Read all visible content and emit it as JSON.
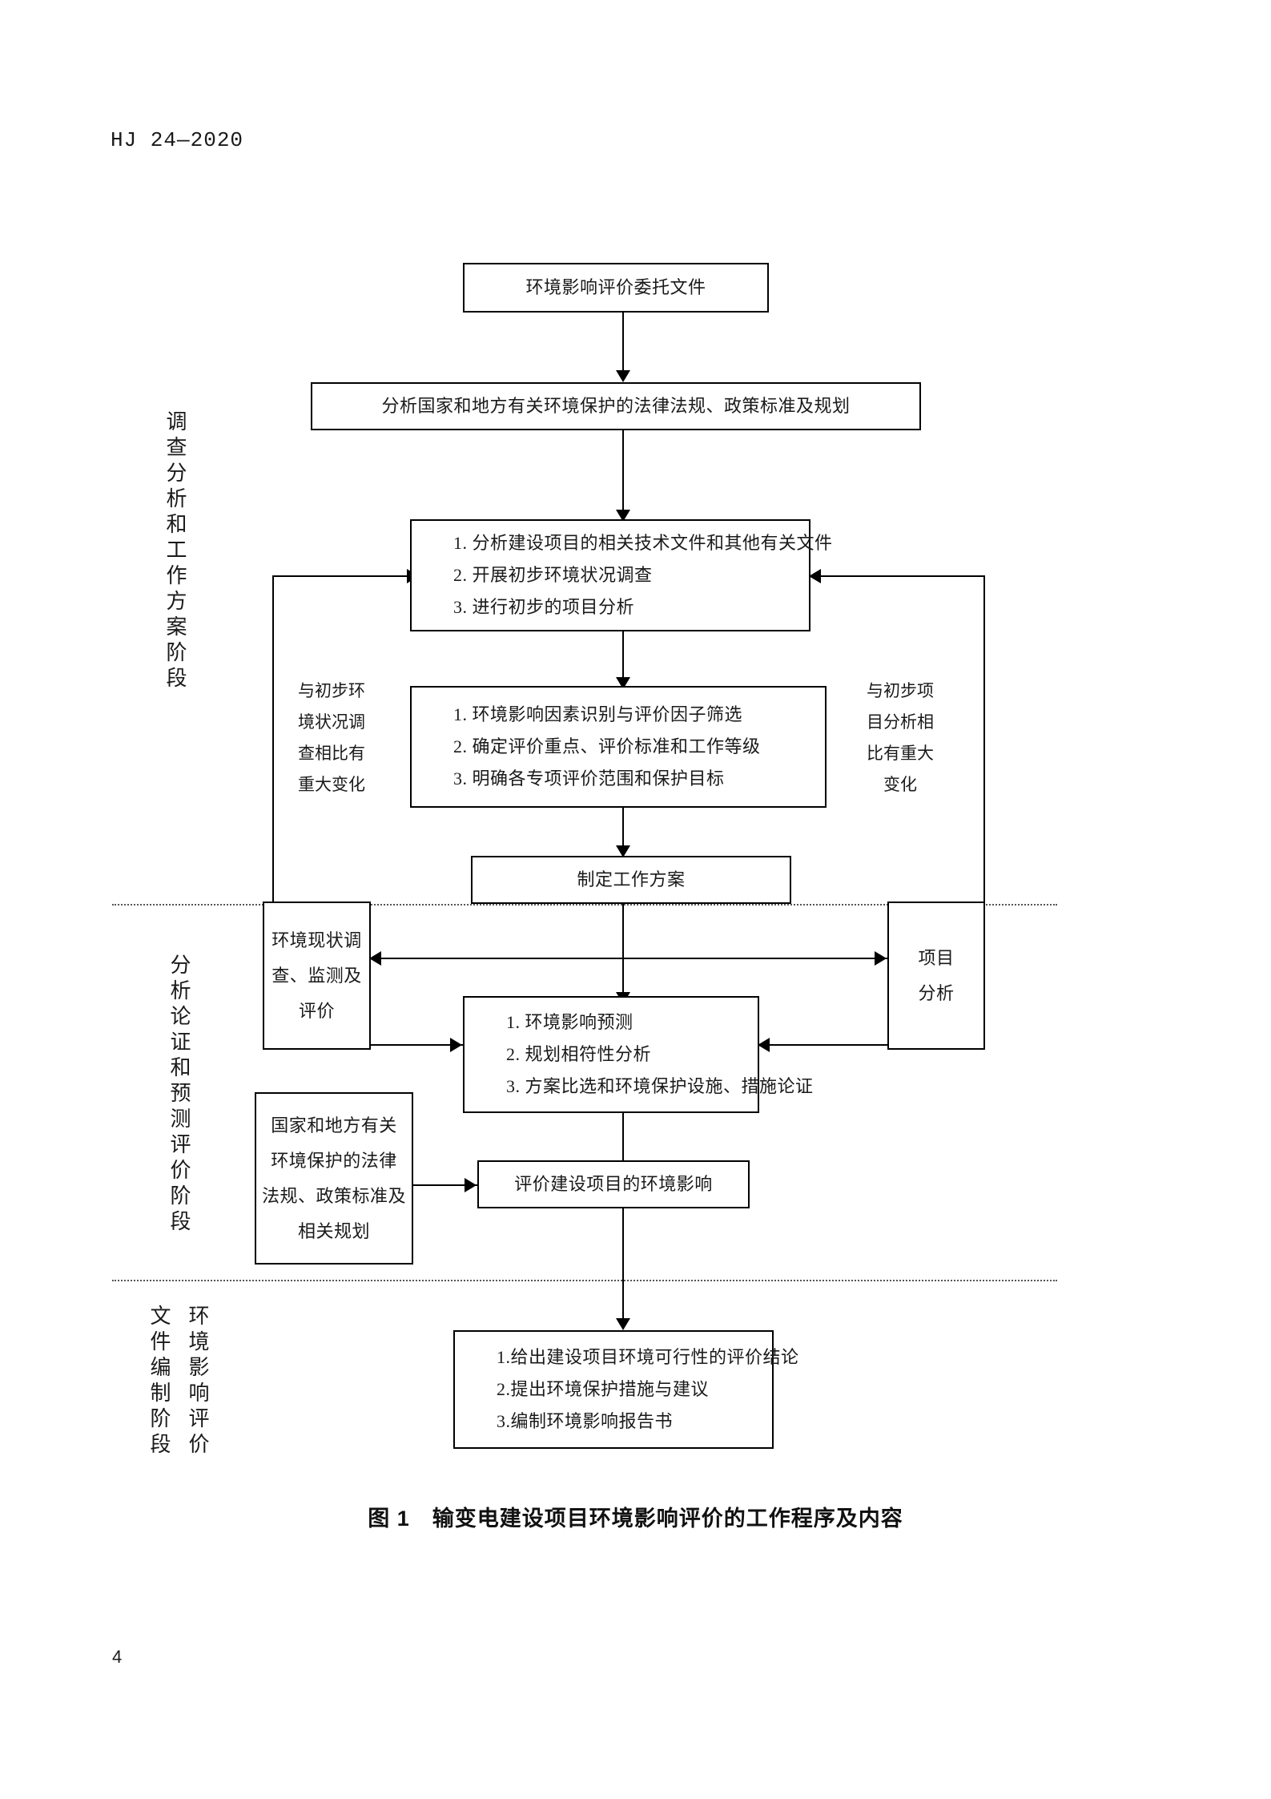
{
  "document": {
    "header": "HJ 24—2020",
    "page_number": "4",
    "figure_caption": "图 1　输变电建设项目环境影响评价的工作程序及内容"
  },
  "stages": [
    {
      "id": "stage-1",
      "label": "调查分析和工作方案阶段"
    },
    {
      "id": "stage-2",
      "label": "分析论证和预测评价阶段"
    },
    {
      "id": "stage-3",
      "label_right": "环境影响评价",
      "label_left": "文件编制阶段"
    }
  ],
  "nodes": {
    "commission": {
      "lines": [
        "环境影响评价委托文件"
      ]
    },
    "laws_analysis": {
      "lines": [
        "分析国家和地方有关环境保护的法律法规、政策标准及规划"
      ]
    },
    "preliminary": {
      "lines": [
        "1. 分析建设项目的相关技术文件和其他有关文件",
        "2. 开展初步环境状况调查",
        "3. 进行初步的项目分析"
      ]
    },
    "factor_identification": {
      "lines": [
        "1. 环境影响因素识别与评价因子筛选",
        "2. 确定评价重点、评价标准和工作等级",
        "3. 明确各专项评价范围和保护目标"
      ]
    },
    "work_plan": {
      "lines": [
        "制定工作方案"
      ]
    },
    "status_survey": {
      "lines": [
        "环境现状调",
        "查、监测及",
        "评价"
      ]
    },
    "project_analysis": {
      "lines": [
        "项目",
        "分析"
      ]
    },
    "prediction": {
      "lines": [
        "1. 环境影响预测",
        "2. 规划相符性分析",
        "3. 方案比选和环境保护设施、措施论证"
      ]
    },
    "laws_reference": {
      "lines": [
        "国家和地方有关",
        "环境保护的法律",
        "法规、政策标准及",
        "相关规划"
      ]
    },
    "impact_evaluation": {
      "lines": [
        "评价建设项目的环境影响"
      ]
    },
    "conclusions": {
      "lines": [
        "1.给出建设项目环境可行性的评价结论",
        "2.提出环境保护措施与建议",
        "3.编制环境影响报告书"
      ]
    }
  },
  "annotations": {
    "left_feedback": {
      "lines": [
        "与初步环",
        "境状况调",
        "查相比有",
        "重大变化"
      ]
    },
    "right_feedback": {
      "lines": [
        "与初步项",
        "目分析相",
        "比有重大",
        "变化"
      ]
    }
  }
}
